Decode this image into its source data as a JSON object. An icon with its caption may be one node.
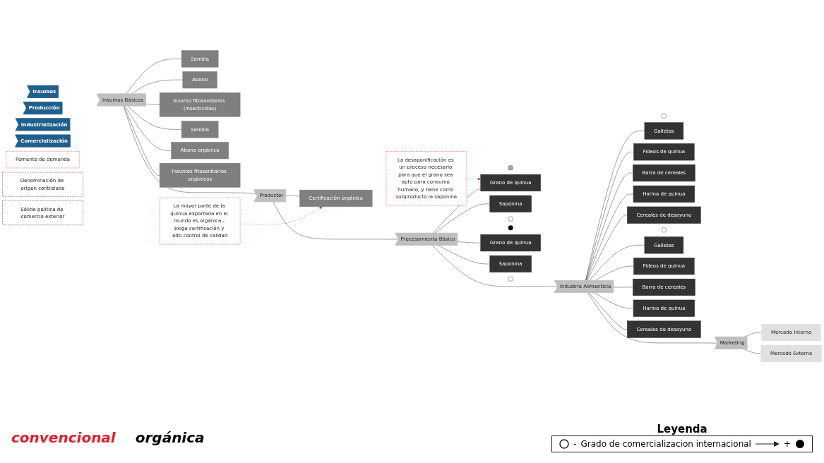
{
  "diagram": {
    "nodes": [
      {
        "text": [
          "Insumos"
        ]
      },
      {
        "text": [
          "Producción"
        ]
      },
      {
        "text": [
          "Industrialización"
        ]
      },
      {
        "text": [
          "Comercialización"
        ]
      },
      {
        "text": [
          "Insumos Básicos"
        ]
      },
      {
        "text": [
          "Productor"
        ]
      },
      {
        "text": [
          "Procesamiento Básico"
        ]
      },
      {
        "text": [
          "Industria Alimenticia"
        ]
      },
      {
        "text": [
          "Marketing"
        ]
      },
      {
        "text": [
          "Semilla"
        ]
      },
      {
        "text": [
          "Abono"
        ]
      },
      {
        "text": [
          "Insumo fitosanitarios (insecticidas)"
        ]
      },
      {
        "text": [
          "Semilla"
        ]
      },
      {
        "text": [
          "Abono orgánico"
        ]
      },
      {
        "text": [
          "Insumos fitosanitarios orgánicos"
        ]
      },
      {
        "text": [
          "Certificación orgánica"
        ]
      },
      {
        "text": [
          "La desaponificación es un proceso necesario para que el grano sea apto para consumo humano, y tiene como subproducto la saponina"
        ]
      },
      {
        "text": [
          "La mayor parte de la quinua exportada en el mundo es orgánica - exige certificación y alto control de calidad"
        ]
      },
      {
        "text": [],
        "shape": "circle"
      },
      {
        "text": [
          "Grano de quinua"
        ]
      },
      {
        "text": [
          "Saponina"
        ]
      },
      {
        "text": [],
        "shape": "circle"
      },
      {
        "text": [],
        "shape": "circle"
      },
      {
        "text": [
          "Grano de quinua"
        ]
      },
      {
        "text": [
          "Saponina"
        ]
      },
      {
        "text": [],
        "shape": "circle"
      },
      {
        "text": [],
        "shape": "circle"
      },
      {
        "text": [
          "Galletas"
        ]
      },
      {
        "text": [
          "Fideos de quinua"
        ]
      },
      {
        "text": [
          "Barra de cereales"
        ]
      },
      {
        "text": [
          "Harina de quinua"
        ]
      },
      {
        "text": [
          "Cereales de desayuno"
        ]
      },
      {
        "text": [],
        "shape": "circle"
      },
      {
        "text": [
          "Galletas"
        ]
      },
      {
        "text": [
          "Fideos de quinua"
        ]
      },
      {
        "text": [
          "Barra de cereales"
        ]
      },
      {
        "text": [
          "Harina de quinua"
        ]
      },
      {
        "text": [
          "Cereales de desayuno"
        ]
      },
      {
        "text": [
          "Mercado Interno"
        ]
      },
      {
        "text": [
          "Fomento de demanda"
        ]
      },
      {
        "text": [
          "Mercado Externo"
        ]
      },
      {
        "text": [
          "Denominación de origen controlada"
        ]
      },
      {
        "text": [
          "Sólida política de comercio exterior"
        ]
      }
    ],
    "edges": [
      {
        "from": 4,
        "to": 5,
        "arrow": "none"
      },
      {
        "from": 5,
        "to": 6,
        "arrow": "none"
      },
      {
        "from": 6,
        "to": 7,
        "arrow": "none"
      },
      {
        "from": 7,
        "to": 8,
        "arrow": "none"
      },
      {
        "from": 4,
        "to": 9,
        "arrow": "none"
      },
      {
        "from": 4,
        "to": 10,
        "arrow": "none"
      },
      {
        "from": 4,
        "to": 11,
        "arrow": "none"
      },
      {
        "from": 4,
        "to": 12,
        "arrow": "none"
      },
      {
        "from": 4,
        "to": 13,
        "arrow": "none"
      },
      {
        "from": 4,
        "to": 14,
        "arrow": "none"
      },
      {
        "from": 5,
        "to": 15,
        "arrow": "none"
      },
      {
        "from": 16,
        "to": 19,
        "arrow": "to",
        "style": "dashed",
        "color": "#e0202a"
      },
      {
        "from": 17,
        "to": 15,
        "arrow": "to",
        "style": "dashed",
        "color": "#e0202a"
      },
      {
        "from": 6,
        "to": 19,
        "arrow": "none"
      },
      {
        "from": 6,
        "to": 20,
        "arrow": "none"
      },
      {
        "from": 6,
        "to": 23,
        "arrow": "none"
      },
      {
        "from": 6,
        "to": 24,
        "arrow": "none"
      },
      {
        "from": 7,
        "to": 27,
        "arrow": "none"
      },
      {
        "from": 7,
        "to": 28,
        "arrow": "none"
      },
      {
        "from": 7,
        "to": 29,
        "arrow": "none"
      },
      {
        "from": 7,
        "to": 30,
        "arrow": "none"
      },
      {
        "from": 7,
        "to": 31,
        "arrow": "none"
      },
      {
        "from": 7,
        "to": 33,
        "arrow": "none"
      },
      {
        "from": 7,
        "to": 34,
        "arrow": "none"
      },
      {
        "from": 7,
        "to": 35,
        "arrow": "none"
      },
      {
        "from": 7,
        "to": 36,
        "arrow": "none"
      },
      {
        "from": 7,
        "to": 37,
        "arrow": "none"
      },
      {
        "from": 8,
        "to": 38,
        "arrow": "none"
      },
      {
        "from": 8,
        "to": 40,
        "arrow": "none"
      }
    ],
    "labels": [
      "convencional",
      "orgánica",
      "Leyenda",
      "-",
      "+"
    ],
    "legend": [
      {
        "text": "Grado de comercializacion internacional"
      }
    ]
  }
}
